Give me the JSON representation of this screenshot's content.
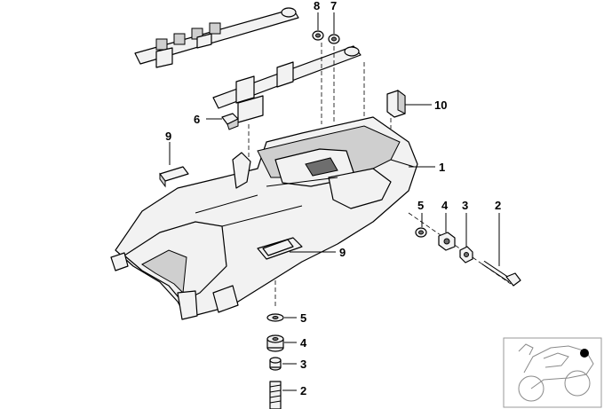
{
  "diagram": {
    "callouts": [
      {
        "id": "c8",
        "text": "8"
      },
      {
        "id": "c7",
        "text": "7"
      },
      {
        "id": "c6",
        "text": "6"
      },
      {
        "id": "c10",
        "text": "10"
      },
      {
        "id": "c9a",
        "text": "9"
      },
      {
        "id": "c1",
        "text": "1"
      },
      {
        "id": "c5a",
        "text": "5"
      },
      {
        "id": "c4a",
        "text": "4"
      },
      {
        "id": "c3a",
        "text": "3"
      },
      {
        "id": "c2a",
        "text": "2"
      },
      {
        "id": "c9b",
        "text": "9"
      },
      {
        "id": "c5b",
        "text": "5"
      },
      {
        "id": "c4b",
        "text": "4"
      },
      {
        "id": "c3b",
        "text": "3"
      },
      {
        "id": "c2b",
        "text": "2"
      }
    ]
  },
  "colors": {
    "line": "#000000",
    "part_fill": "#f2f2f2",
    "shade": "#cfcfcf",
    "thumb_marker": "#000000"
  },
  "icons": [
    "motorcycle-thumbnail-icon",
    "location-dot-icon"
  ]
}
